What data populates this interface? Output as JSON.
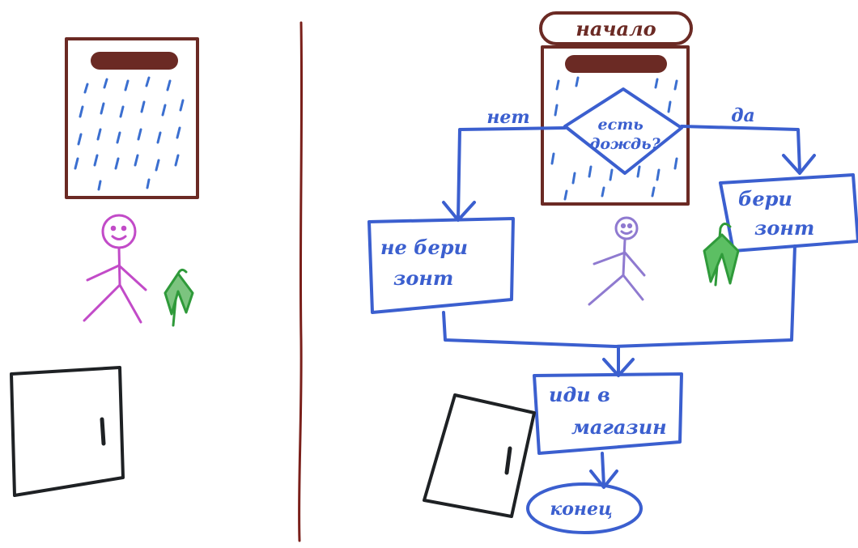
{
  "colors": {
    "flow_blue": "#3b5fcf",
    "stripe_brown": "#6b2a24",
    "rain_blue": "#3b6fd0",
    "figure_magenta": "#c24bc8",
    "figure_purple": "#8f7ad0",
    "umbrella_green": "#2f9a3a",
    "door_black": "#1e2124",
    "divider": "#7a1f1a"
  },
  "flowchart": {
    "start_label": "начало",
    "decision_label": "есть дождь?",
    "no_label": "нет",
    "yes_label": "да",
    "no_box_label": "не бери зонт",
    "yes_box_label": "бери зонт",
    "go_box_label": "иди в магазин",
    "end_label": "конец"
  },
  "left_scene": {
    "window_icon": "rain-window-icon",
    "person_icon": "stick-figure-icon",
    "umbrella_icon": "umbrella-icon",
    "door_icon": "door-icon"
  },
  "right_scene": {
    "window_icon": "rain-window-icon",
    "person_icon": "stick-figure-icon",
    "umbrella_icon": "umbrella-icon",
    "door_icon": "door-icon"
  }
}
